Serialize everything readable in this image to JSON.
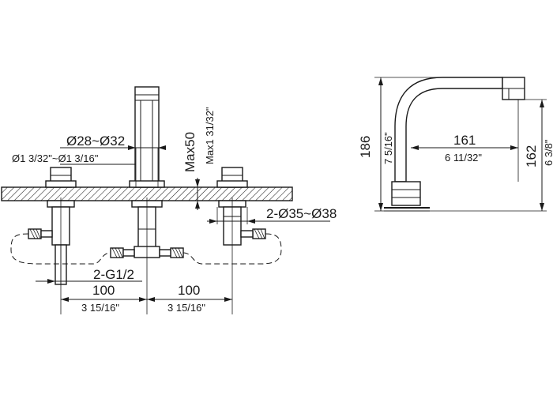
{
  "front_view": {
    "hole_diameter": "Ø28~Ø32",
    "hole_diameter_imperial": "Ø1 3/32\"~Ø1 3/16\"",
    "max_thickness": "Max50",
    "max_thickness_imperial": "Max1 31/32\"",
    "escutcheon_diameter": "2-Ø35~Ø38",
    "connection_thread": "2-G1/2",
    "spacing_left": "100",
    "spacing_left_imperial": "3 15/16\"",
    "spacing_right": "100",
    "spacing_right_imperial": "3 15/16\""
  },
  "side_view": {
    "height": "186",
    "height_imperial": "7 5/16\"",
    "reach": "161",
    "reach_imperial": "6 11/32\"",
    "outlet_height": "162",
    "outlet_height_imperial": "6 3/8\""
  }
}
